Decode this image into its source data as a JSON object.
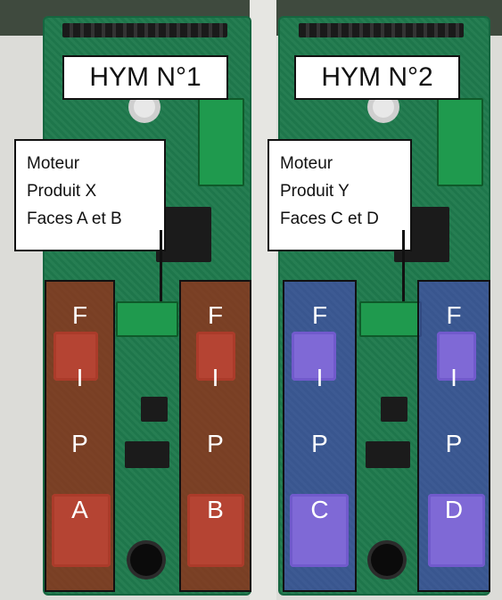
{
  "boards": [
    {
      "title": "HYM N°1",
      "note_lines": [
        "Moteur",
        "Produit X",
        "Faces A et B"
      ],
      "left_panel_letters": [
        "F",
        "I",
        "P",
        "A"
      ],
      "right_panel_letters": [
        "F",
        "I",
        "P",
        "B"
      ],
      "panel_color": "#a02814"
    },
    {
      "title": "HYM N°2",
      "note_lines": [
        "Moteur",
        "Produit Y",
        "Faces C et D"
      ],
      "left_panel_letters": [
        "F",
        "I",
        "P",
        "C"
      ],
      "right_panel_letters": [
        "F",
        "I",
        "P",
        "D"
      ],
      "panel_color": "#503cc8"
    }
  ],
  "background_colors": {
    "pcb": "#1f7a4d",
    "header": "#3f4a3e"
  }
}
